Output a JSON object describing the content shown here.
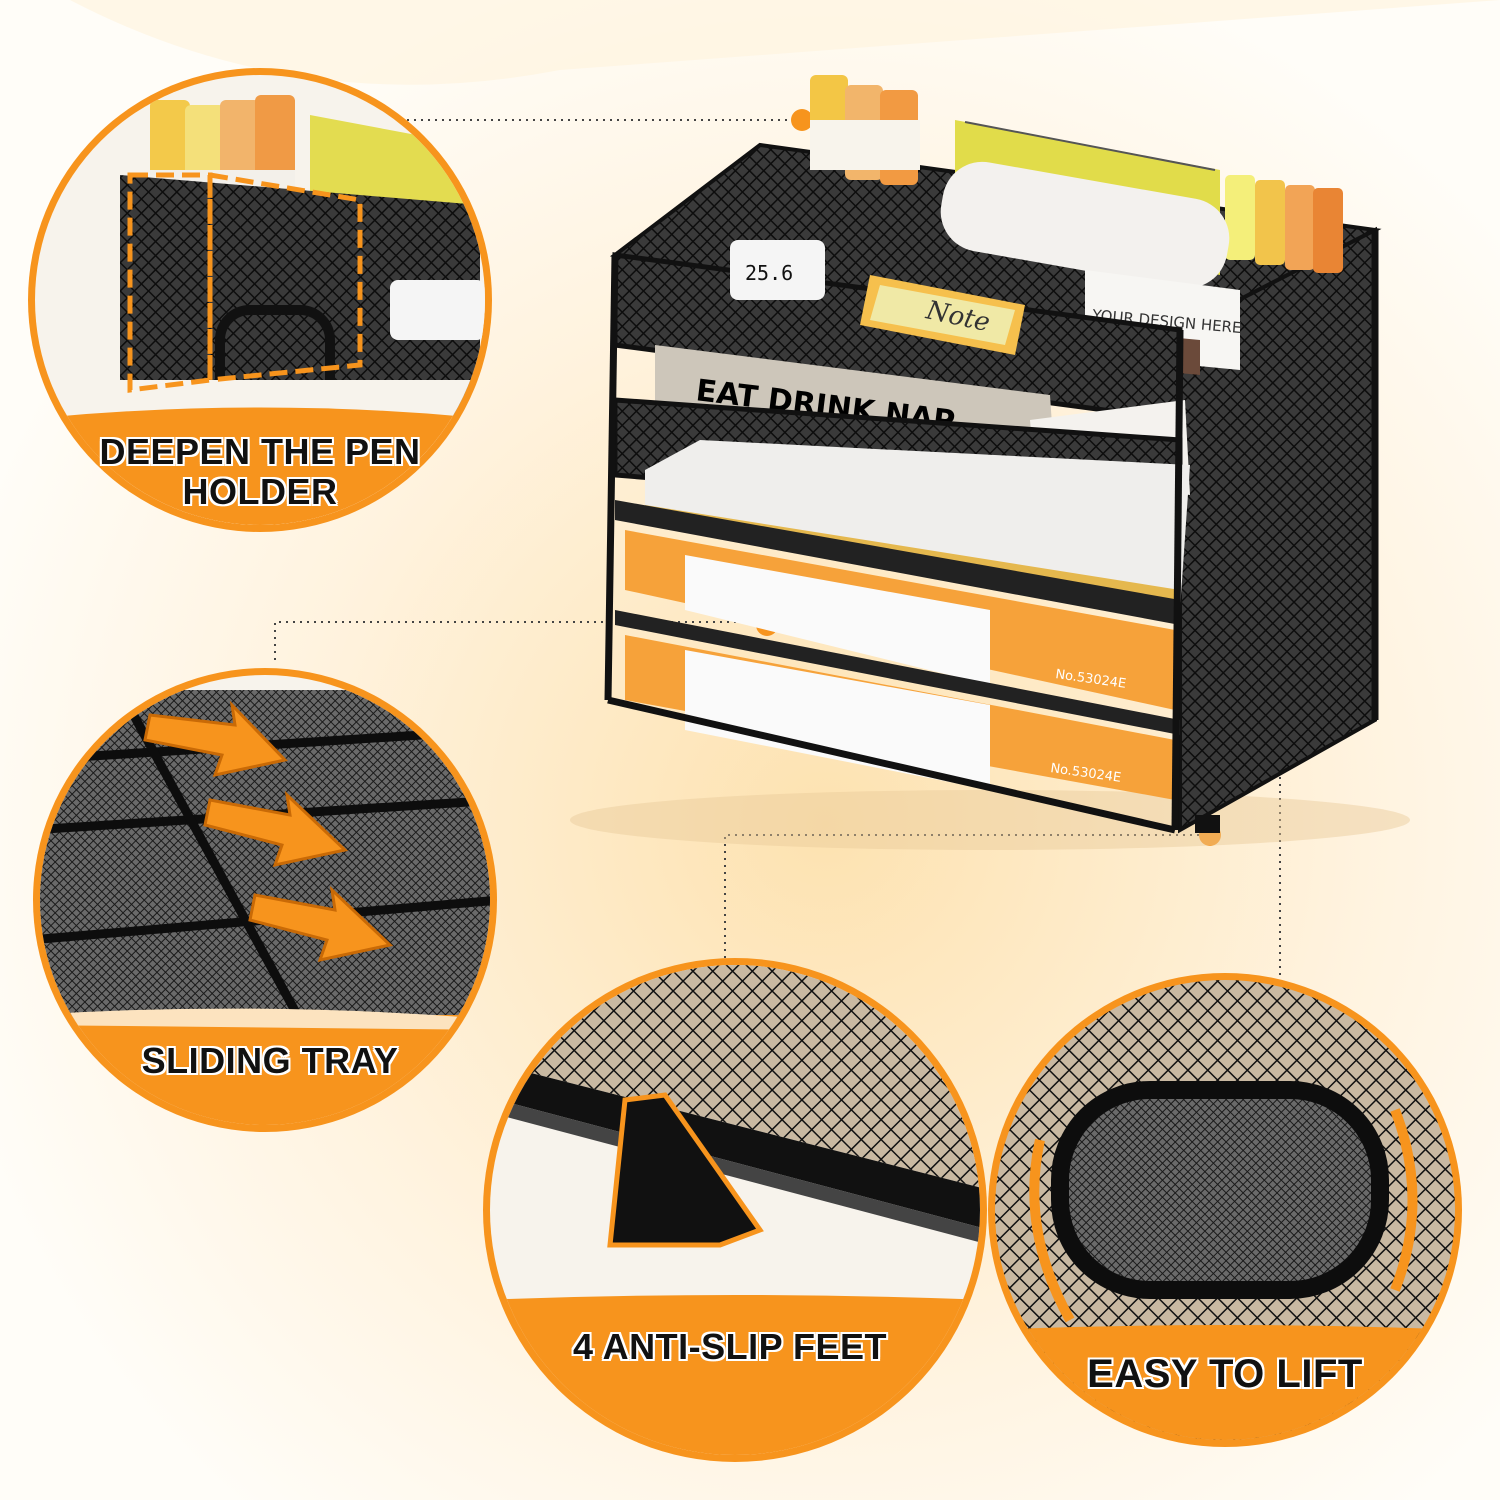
{
  "features": [
    {
      "id": "pen-holder",
      "label_line1": "DEEPEN THE PEN",
      "label_line2": "HOLDER"
    },
    {
      "id": "sliding-tray",
      "label": "SLIDING TRAY"
    },
    {
      "id": "anti-slip-feet",
      "label": "4 ANTI-SLIP FEET"
    },
    {
      "id": "easy-lift",
      "label": "EASY TO LIFT"
    }
  ],
  "product_props": {
    "book_title": "EAT DRINK NAP",
    "note_text": "Note",
    "card_text": "YOUR DESIGN HERE",
    "clock_text": "25.6",
    "folder_code_1": "No.53024E",
    "folder_code_2": "No.53024E"
  },
  "colors": {
    "accent": "#f7941d",
    "accent_light": "#ffc46b",
    "background_warm": "#fde7c2",
    "mesh": "#1c1c1c"
  },
  "icons": [
    "arrow-right-icon",
    "arrow-right-icon",
    "arrow-right-icon"
  ]
}
